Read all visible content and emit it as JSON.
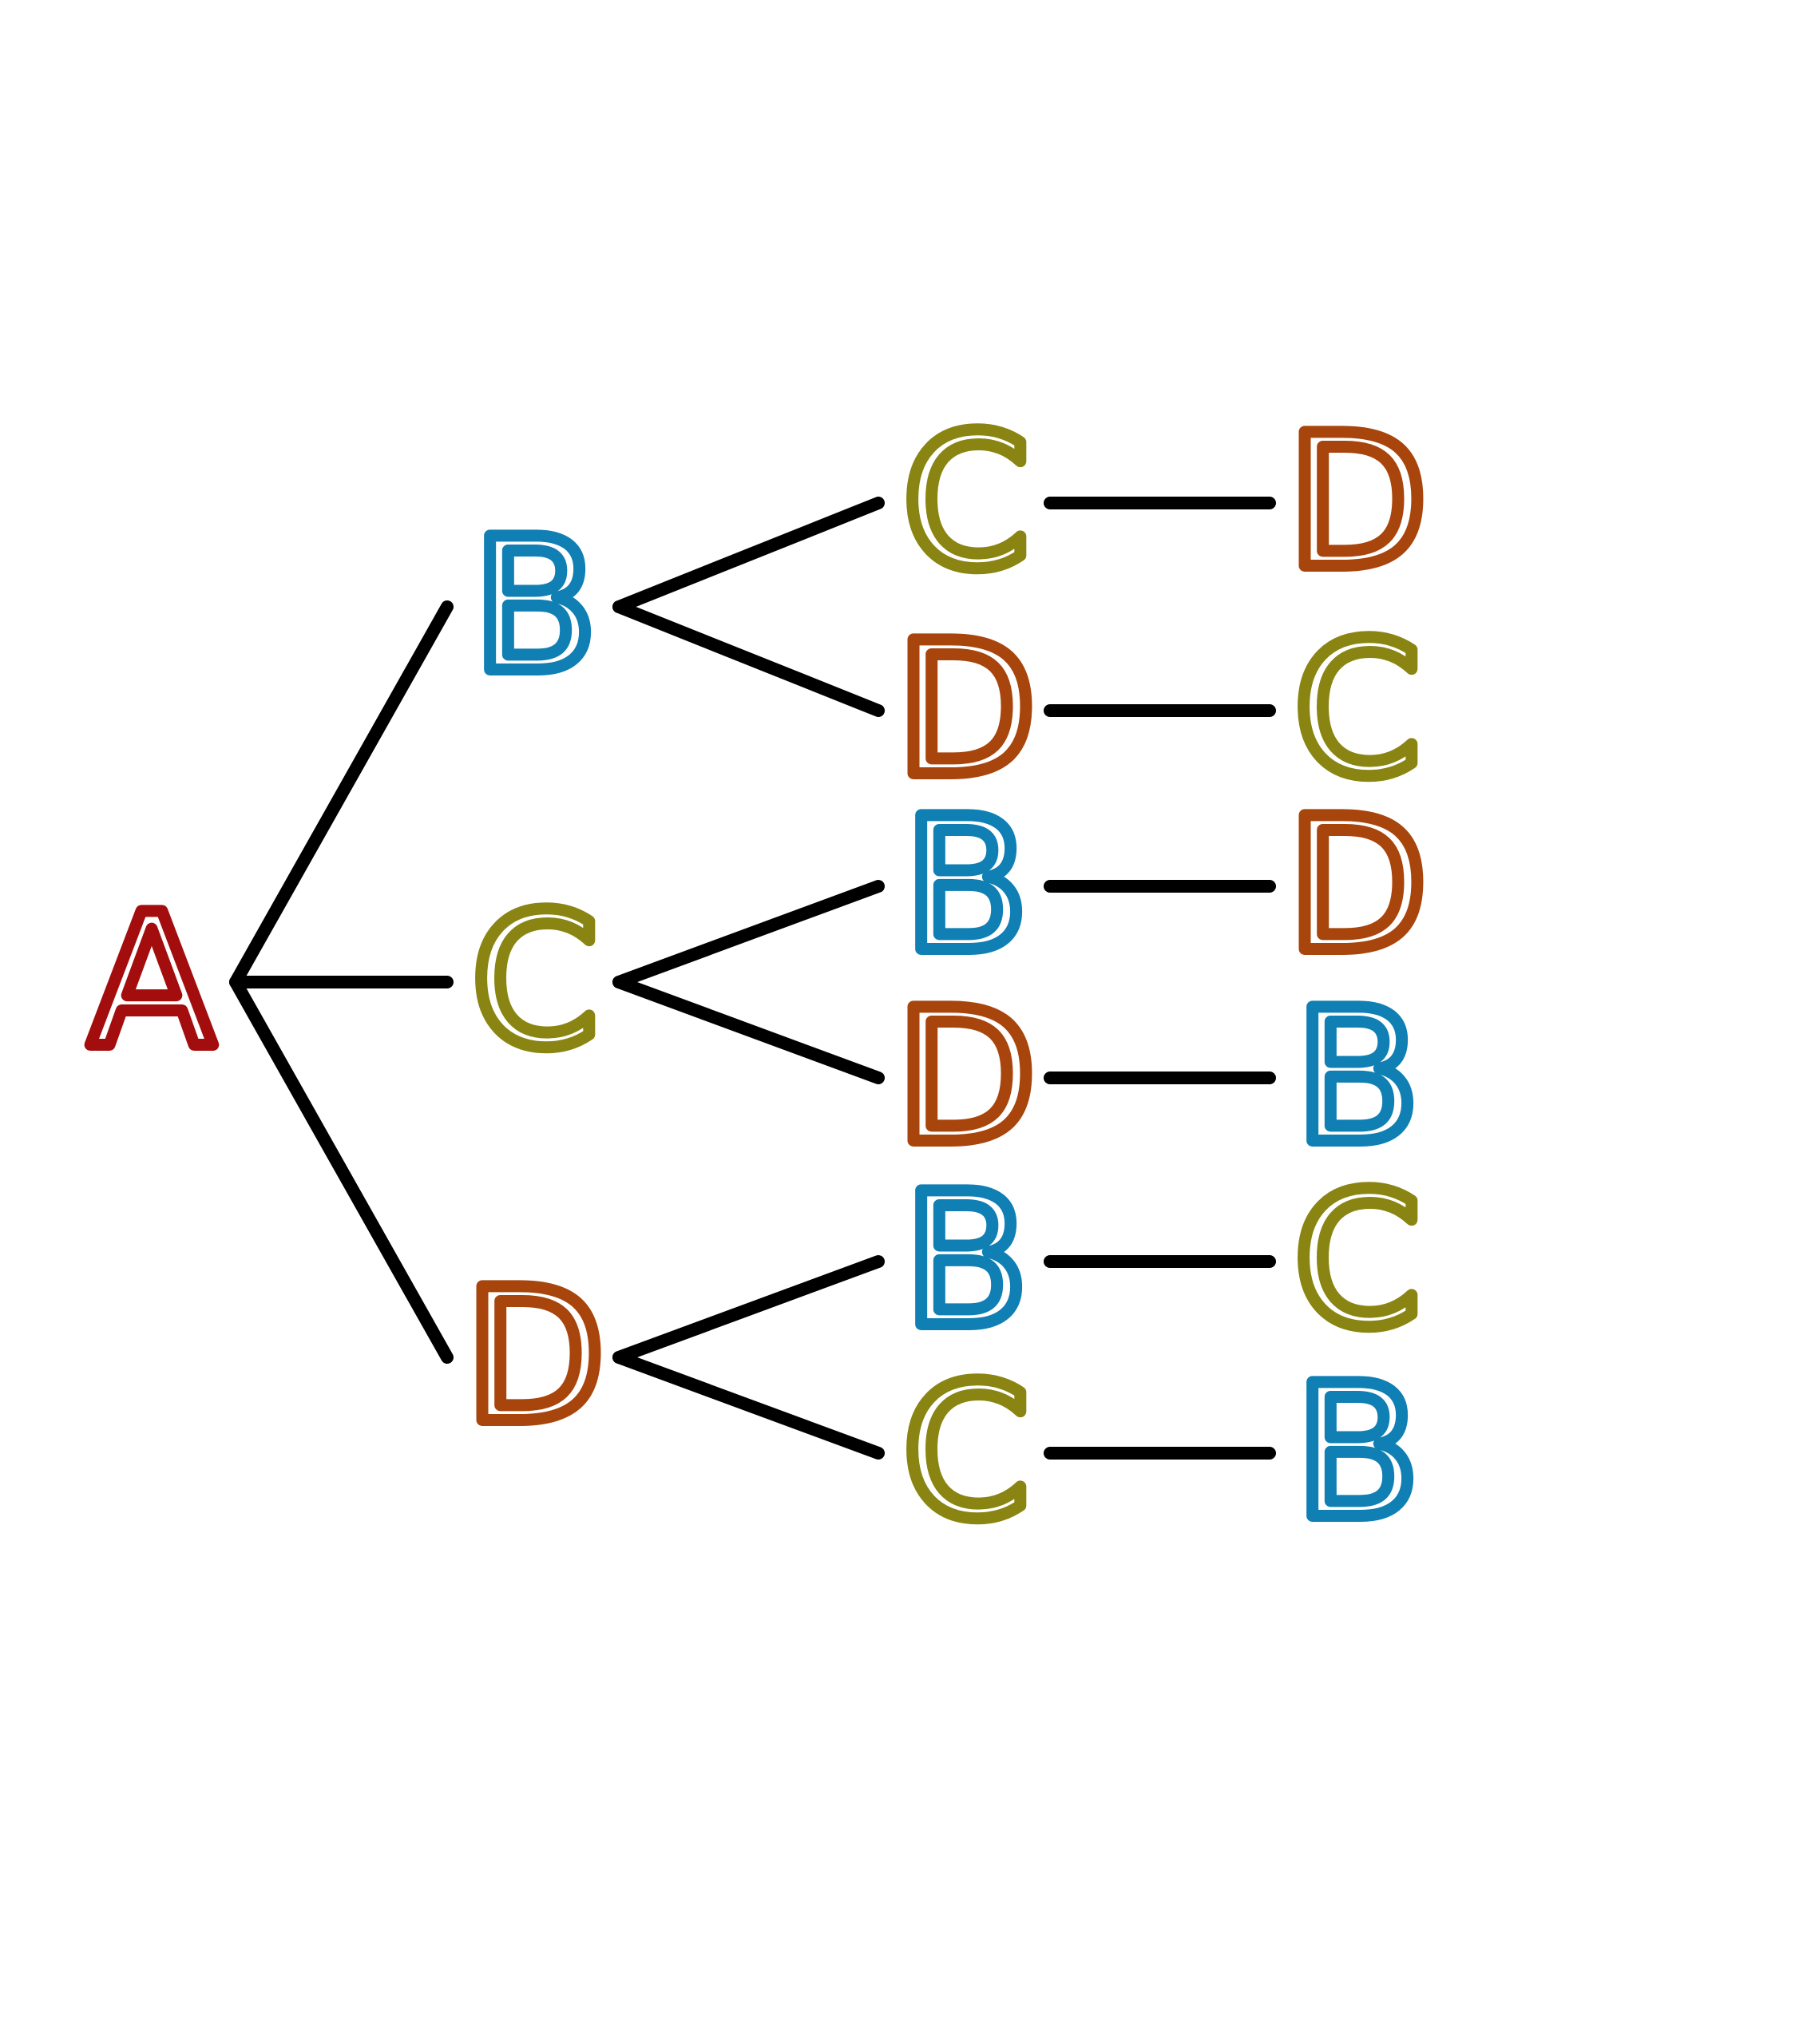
{
  "diagram": {
    "type": "tree",
    "colors": {
      "A": "#a30d0d",
      "B": "#0f7fb4",
      "C": "#8a8512",
      "D": "#a8450c",
      "edge": "#000000"
    },
    "root": {
      "label": "A",
      "children": [
        {
          "label": "B",
          "children": [
            {
              "label": "C",
              "children": [
                {
                  "label": "D"
                }
              ]
            },
            {
              "label": "D",
              "children": [
                {
                  "label": "C"
                }
              ]
            }
          ]
        },
        {
          "label": "C",
          "children": [
            {
              "label": "B",
              "children": [
                {
                  "label": "D"
                }
              ]
            },
            {
              "label": "D",
              "children": [
                {
                  "label": "B"
                }
              ]
            }
          ]
        },
        {
          "label": "D",
          "children": [
            {
              "label": "B",
              "children": [
                {
                  "label": "C"
                }
              ]
            },
            {
              "label": "C",
              "children": [
                {
                  "label": "B"
                }
              ]
            }
          ]
        }
      ]
    }
  }
}
